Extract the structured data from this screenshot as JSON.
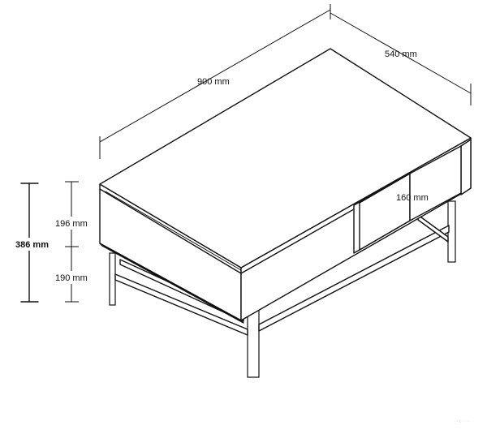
{
  "diagram": {
    "dimensions": {
      "width": "900 mm",
      "depth": "540 mm",
      "total_height": "386 mm",
      "upper_height": "196 mm",
      "lower_height": "190 mm",
      "drawer_height": "160 mm"
    },
    "watermark": "· c · · ·"
  }
}
